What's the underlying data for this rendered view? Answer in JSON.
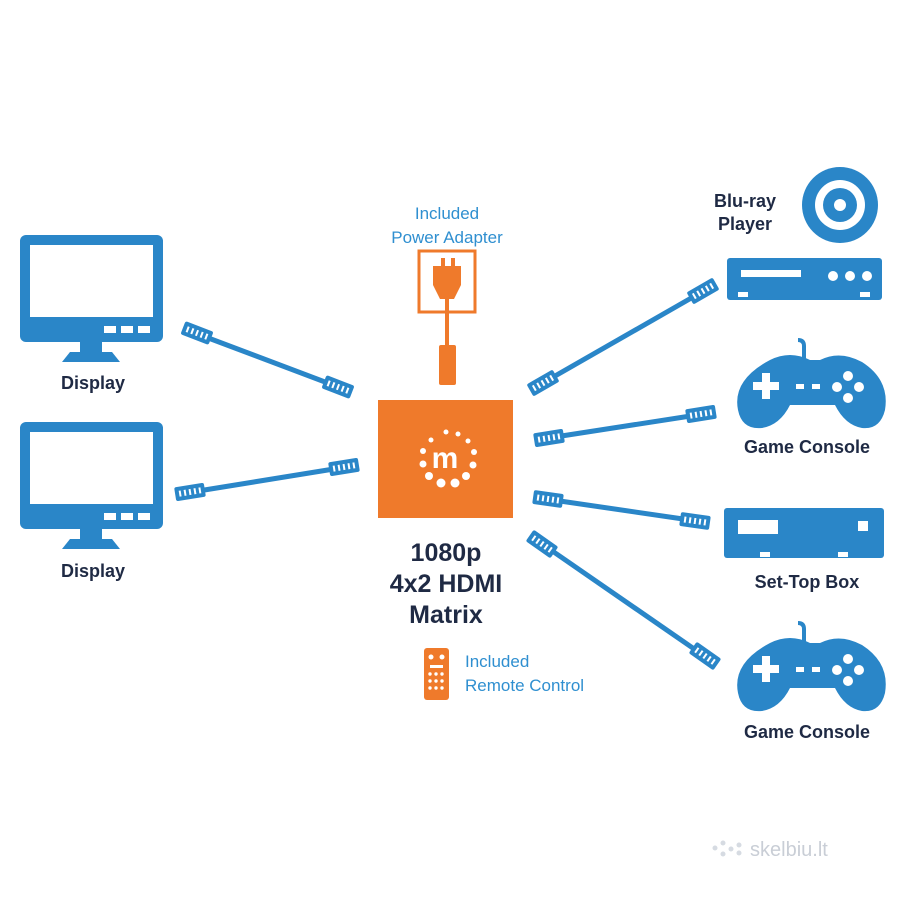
{
  "colors": {
    "device_blue": "#2a86c8",
    "device_dark": "#1f2a44",
    "cable_blue": "#2a86c8",
    "matrix_orange": "#ef7a2b",
    "background": "#ffffff"
  },
  "matrix": {
    "logo_letter": "m",
    "title_lines": [
      "1080p",
      "4x2 HDMI",
      "Matrix"
    ]
  },
  "power_adapter": {
    "lines": [
      "Included",
      "Power Adapter"
    ]
  },
  "remote_control": {
    "lines": [
      "Included",
      "Remote Control"
    ]
  },
  "outputs": [
    {
      "label": "Display",
      "icon": "monitor-icon"
    },
    {
      "label": "Display",
      "icon": "monitor-icon"
    }
  ],
  "inputs": [
    {
      "label_lines": [
        "Blu-ray",
        "Player"
      ],
      "icon": "bluray-player-icon"
    },
    {
      "label": "Game Console",
      "icon": "gamepad-icon"
    },
    {
      "label": "Set-Top Box",
      "icon": "set-top-box-icon"
    },
    {
      "label": "Game Console",
      "icon": "gamepad-icon"
    }
  ],
  "watermark": "skelbiu.lt"
}
